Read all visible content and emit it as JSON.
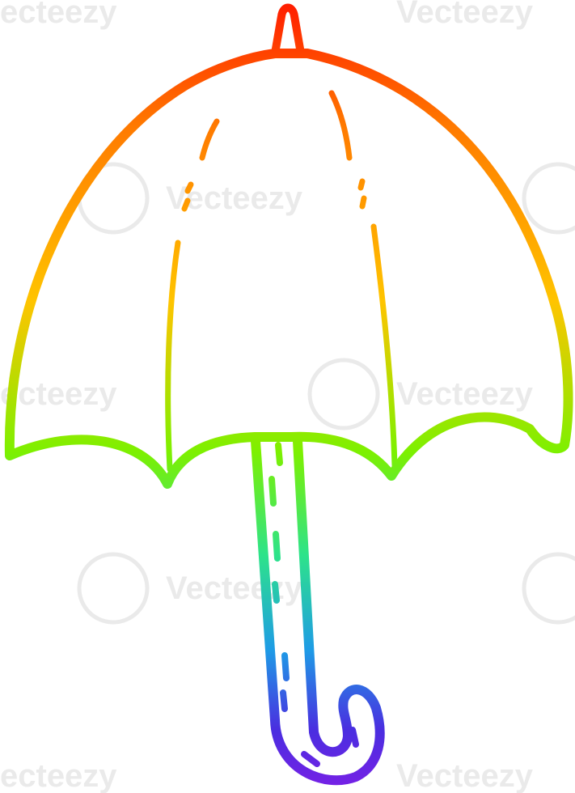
{
  "image": {
    "subject": "umbrella",
    "style": "rainbow-gradient line art",
    "gradient_colors": [
      "#ff1a00",
      "#ff7a00",
      "#ffc400",
      "#7df000",
      "#2de38a",
      "#1e9be6",
      "#4a2ee0",
      "#7a1fe6"
    ]
  },
  "watermark": {
    "text": "Vecteezy",
    "partial_text": "ecteezy",
    "logo": "vecteezy-v-logo"
  }
}
